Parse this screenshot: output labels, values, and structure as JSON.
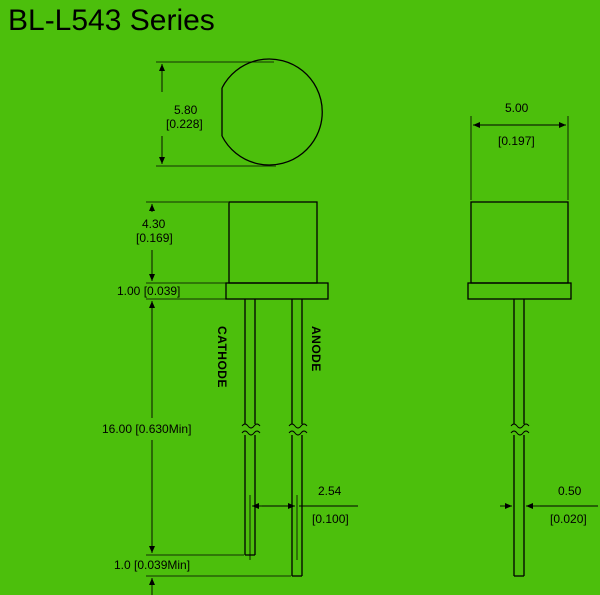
{
  "title": "BL-L543 Series",
  "colors": {
    "background": "#4cbf0c",
    "lines": "#000000"
  },
  "dimensions": {
    "diameter_mm": "5.80",
    "diameter_in": "[0.228]",
    "body_height_mm": "4.30",
    "body_height_in": "[0.169]",
    "flange": "1.00 [0.039]",
    "lead_length": "16.00 [0.630Min]",
    "lead_offset": "1.0 [0.039Min]",
    "lead_spacing_mm": "2.54",
    "lead_spacing_in": "[0.100]",
    "side_width_mm": "5.00",
    "side_width_in": "[0.197]",
    "lead_dia_mm": "0.50",
    "lead_dia_in": "[0.020]"
  },
  "leads": {
    "cathode": "CATHODE",
    "anode": "ANODE"
  }
}
